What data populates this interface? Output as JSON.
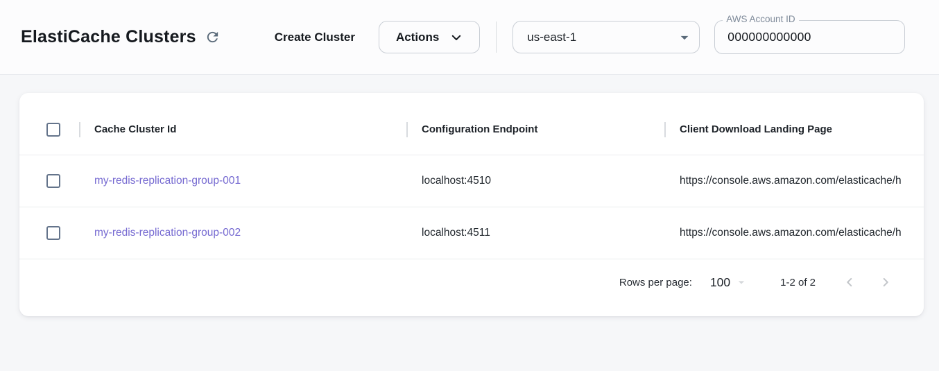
{
  "header": {
    "title": "ElastiCache Clusters",
    "create_cluster_label": "Create Cluster",
    "actions_label": "Actions",
    "region": "us-east-1",
    "account_id_label": "AWS Account ID",
    "account_id_value": "000000000000"
  },
  "table": {
    "columns": [
      {
        "label": "Cache Cluster Id"
      },
      {
        "label": "Configuration Endpoint"
      },
      {
        "label": "Client Download Landing Page"
      }
    ],
    "rows": [
      {
        "cache_cluster_id": "my-redis-replication-group-001",
        "configuration_endpoint": "localhost:4510",
        "client_download_landing_page": "https://console.aws.amazon.com/elasticache/h"
      },
      {
        "cache_cluster_id": "my-redis-replication-group-002",
        "configuration_endpoint": "localhost:4511",
        "client_download_landing_page": "https://console.aws.amazon.com/elasticache/h"
      }
    ]
  },
  "pagination": {
    "rows_per_page_label": "Rows per page:",
    "rows_per_page_value": "100",
    "range_label": "1-2 of 2"
  },
  "colors": {
    "accent_link": "#7569d1",
    "checkbox_border": "#64748b",
    "icon_slate": "#5a6a79",
    "disabled_icon": "#c3c6ca"
  }
}
